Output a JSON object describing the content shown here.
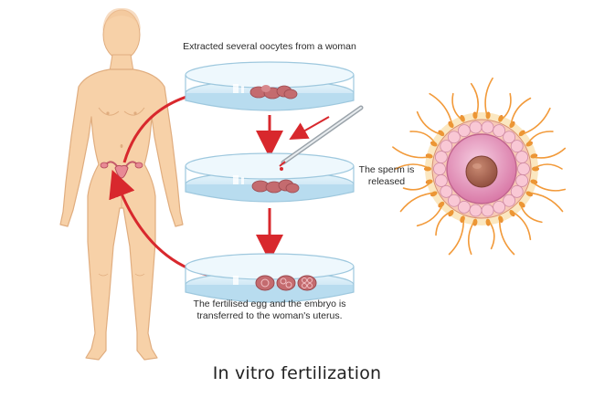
{
  "title": "In vitro fertilization",
  "steps": {
    "step1": "Extracted several oocytes from a woman",
    "step2_line1": "The sperm is",
    "step2_line2": "released",
    "step3_line1": "The fertilised egg and the embryo is",
    "step3_line2": "transferred to the woman's uterus."
  },
  "colors": {
    "arrow": "#d8282d",
    "skin": "#f7d1a8",
    "skin_outline": "#e0ad7f",
    "dish": "#c8e4f3",
    "oocyte": "#c46b6f",
    "cell": "#e7a3c7",
    "nucleus": "#a15e4f",
    "corona": "#f29a3a"
  },
  "icons": {
    "body": "female-body-illustration",
    "uterus": "uterus-icon",
    "pipette": "pipette-icon",
    "egg": "egg-cell-with-sperm-illustration"
  }
}
